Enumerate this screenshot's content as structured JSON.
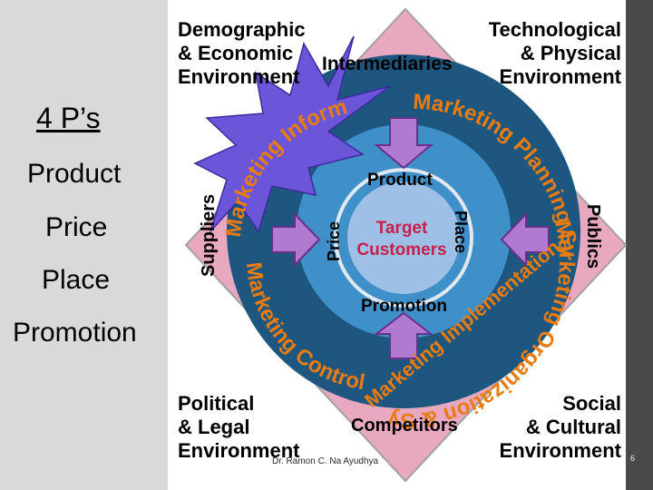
{
  "sidebar": {
    "title": "4 P’s",
    "items": [
      "Product",
      "Price",
      "Place",
      "Promotion"
    ]
  },
  "environments": {
    "demographic": "Demographic\n& Economic\nEnvironment",
    "technological": "Technological\n& Physical\nEnvironment",
    "political": "Political\n& Legal\nEnvironment",
    "social": "Social\n& Cultural\nEnvironment"
  },
  "actors": {
    "intermediaries": "Intermediaries",
    "suppliers": "Suppliers",
    "publics": "Publics",
    "competitors": "Competitors"
  },
  "systems": {
    "information": "Marketing Information System",
    "planning": "Marketing Planning System",
    "organization": "Marketing Organization & Systems",
    "implementation": "Marketing Implementation",
    "control": "Marketing Control System"
  },
  "inner": {
    "product": "Product",
    "price": "Price",
    "place": "Place",
    "promotion": "Promotion",
    "target": "Target Customers"
  },
  "footer": "Dr. Ramon C. Na Ayudhya",
  "page_number": "6",
  "colors": {
    "background": "#3a3a3a",
    "diamond": "#e8a8c0",
    "ring_dark": "#1d5780",
    "ring_light": "#3f8fc8",
    "center_blue": "#9fc0e6",
    "text_orange": "#e87c10",
    "text_red": "#c81e4a",
    "burst": "#6b56d9"
  }
}
